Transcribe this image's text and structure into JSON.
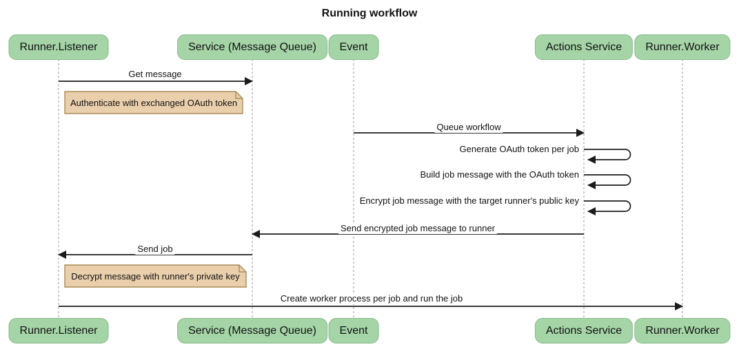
{
  "title": "Running workflow",
  "participants": [
    {
      "name": "Runner.Listener"
    },
    {
      "name": "Service (Message Queue)"
    },
    {
      "name": "Event"
    },
    {
      "name": "Actions Service"
    },
    {
      "name": "Runner.Worker"
    }
  ],
  "messages": [
    {
      "label": "Get message",
      "from": "Runner.Listener",
      "to": "Service (Message Queue)"
    },
    {
      "label": "Queue workflow",
      "from": "Event",
      "to": "Actions Service"
    },
    {
      "label": "Generate OAuth token per job",
      "from": "Actions Service",
      "to": "Actions Service"
    },
    {
      "label": "Build job message with the OAuth token",
      "from": "Actions Service",
      "to": "Actions Service"
    },
    {
      "label": "Encrypt job message with the target runner's public key",
      "from": "Actions Service",
      "to": "Actions Service"
    },
    {
      "label": "Send encrypted job message to runner",
      "from": "Actions Service",
      "to": "Service (Message Queue)"
    },
    {
      "label": "Send job",
      "from": "Service (Message Queue)",
      "to": "Runner.Listener"
    },
    {
      "label": "Create worker process per job and run the job",
      "from": "Runner.Listener",
      "to": "Runner.Worker"
    }
  ],
  "notes": [
    {
      "label": "Authenticate with exchanged OAuth token"
    },
    {
      "label": "Decrypt message with runner's private key"
    }
  ],
  "colors": {
    "actor_fill": "#a5d4a7",
    "actor_border": "#86bb8a",
    "note_fill": "#eacfac",
    "note_border": "#a98b57",
    "lifeline": "#999999",
    "arrow": "#1b1b1b"
  }
}
